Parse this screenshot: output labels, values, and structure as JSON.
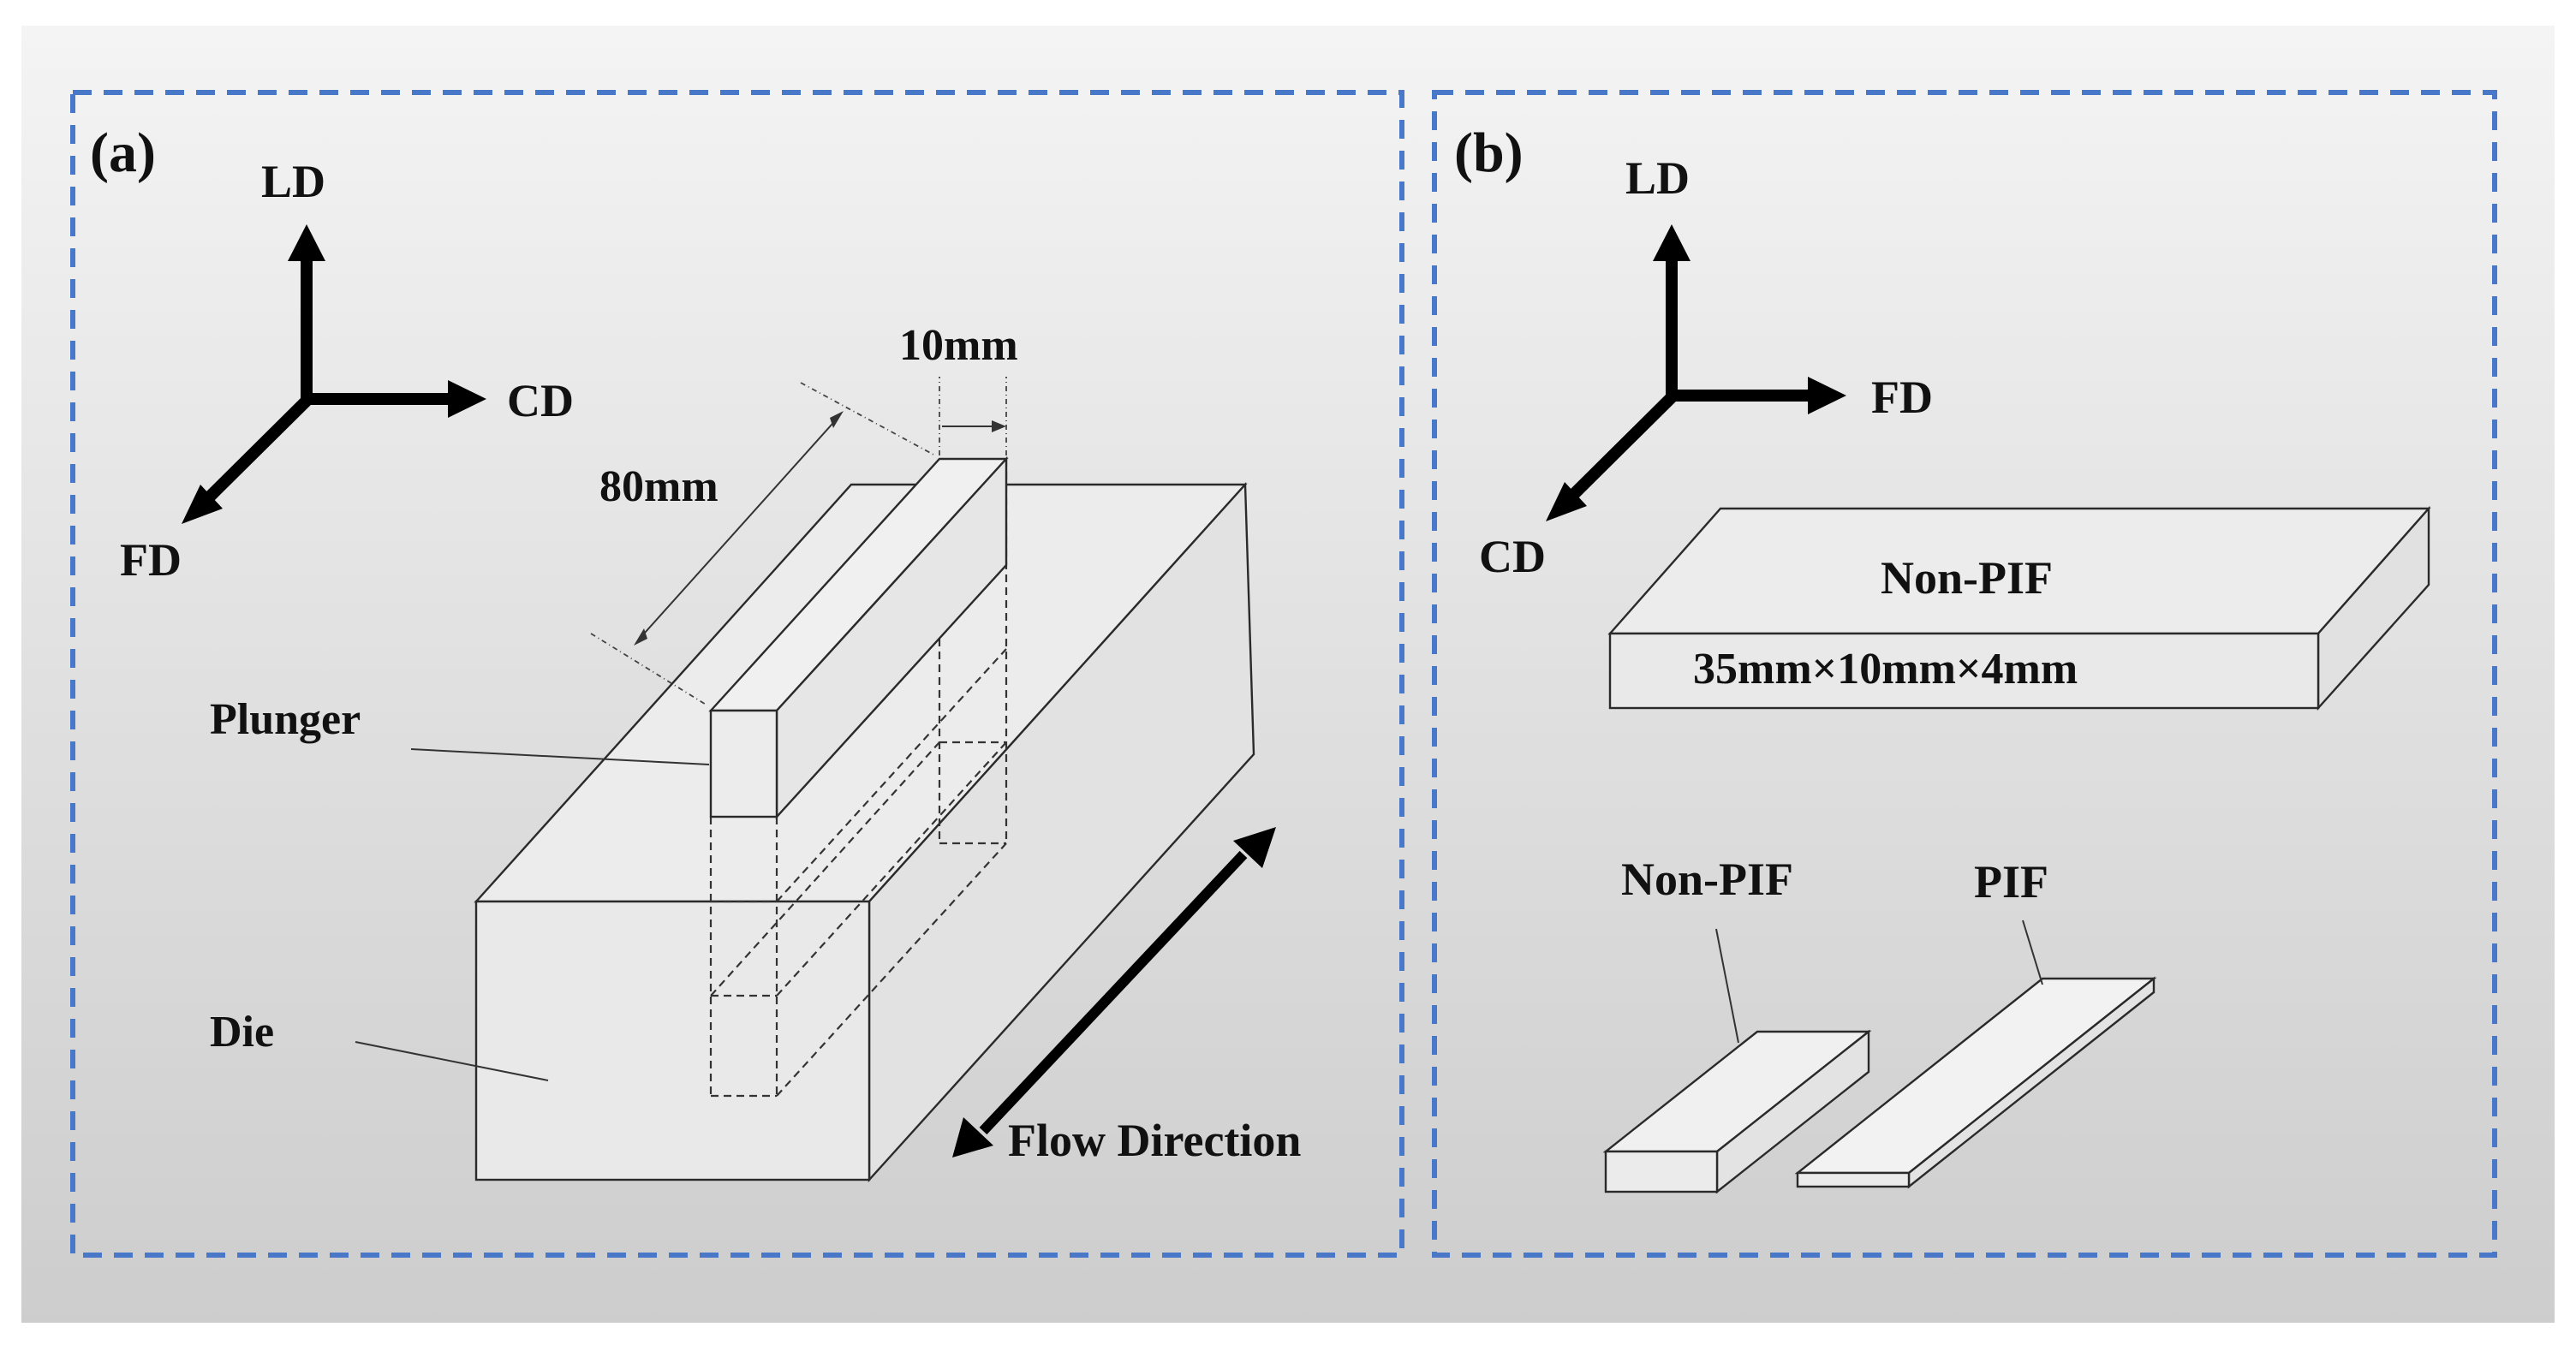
{
  "panel_a": {
    "tag": "(a)",
    "axes": {
      "up": "LD",
      "right": "CD",
      "diag": "FD"
    },
    "dim_width": "10mm",
    "dim_length": "80mm",
    "plunger": "Plunger",
    "die": "Die",
    "flow": "Flow Direction"
  },
  "panel_b": {
    "tag": "(b)",
    "axes": {
      "up": "LD",
      "right": "FD",
      "diag": "CD"
    },
    "plate_name": "Non-PIF",
    "plate_size": "35mm×10mm×4mm",
    "sample_left": "Non-PIF",
    "sample_right": "PIF"
  },
  "colors": {
    "frame_dash": "#4a78c8",
    "bg_top": "#f4f4f4",
    "bg_bottom": "#cfcfcf",
    "box_face": "#eeeeee",
    "box_side": "#e4e4e4"
  }
}
